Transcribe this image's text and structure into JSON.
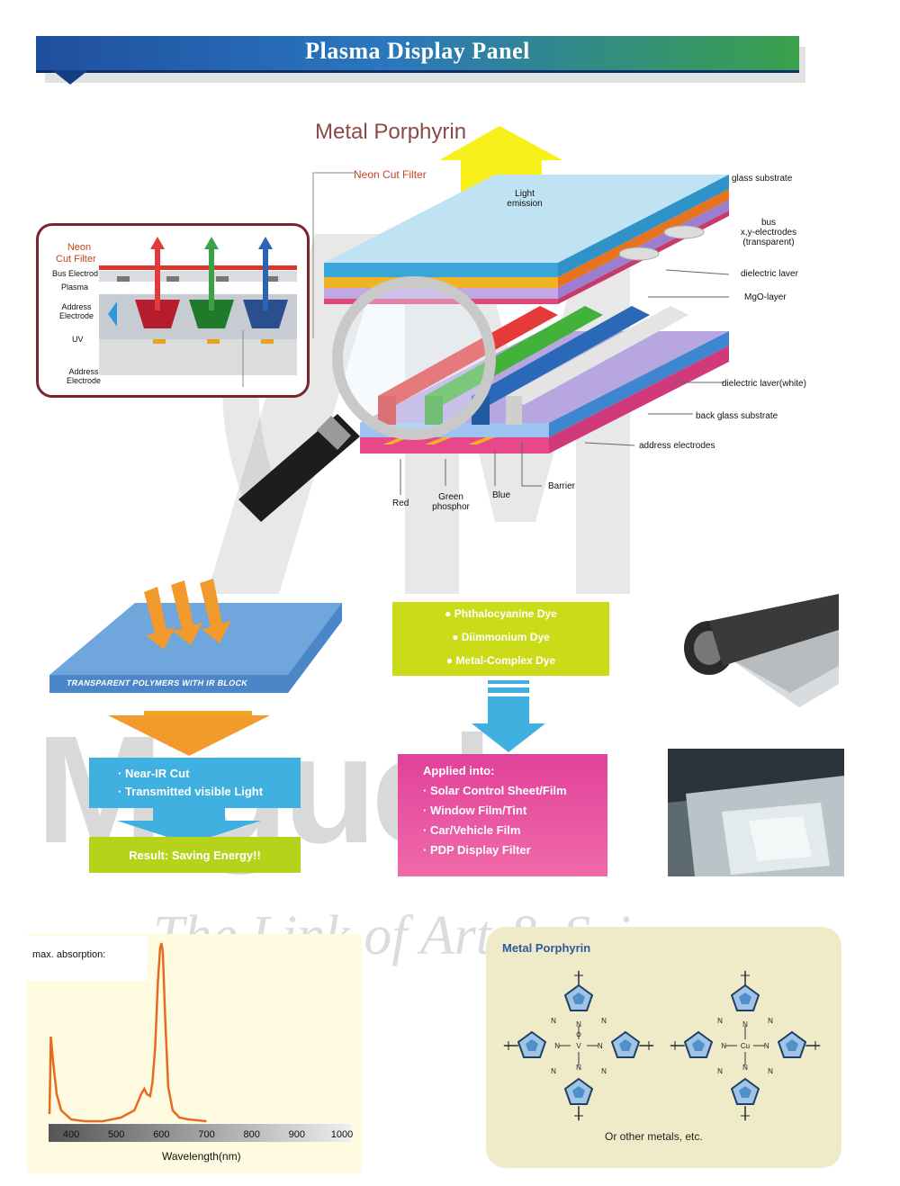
{
  "header": {
    "title": "Plasma Display Panel"
  },
  "diagram": {
    "title": "Metal Porphyrin",
    "neon_cut_filter": "Neon Cut Filter",
    "light_emission": "Light emission",
    "layers": {
      "glass_substrate": "glass   substrate",
      "bus": "bus",
      "xy_electrodes": "x,y-electrodes",
      "transparent": "(transparent)",
      "dielectric_layer": "dielectric laver",
      "mgo_layer": "MgO-layer",
      "dielectric_white": "dielectric laver(white)",
      "back_glass": "back glass substrate",
      "address_electrodes": "address electrodes"
    },
    "bottom_labels": {
      "red": "Red",
      "green": "Green",
      "phosphor": "phosphor",
      "blue": "Blue",
      "barrier": "Barrier"
    },
    "inset": {
      "neon": "Neon",
      "cut_filter": "Cut Filter",
      "bus_electrod": "Bus Electrod",
      "plasma": "Plasma",
      "address": "Address",
      "electrode": "Electrode",
      "uv": "UV",
      "address2": "Address",
      "electrode2": "Electrode"
    }
  },
  "ir_flow": {
    "sheet_label": "TRANSPARENT POLYMERS WITH IR BLOCK",
    "item1": "· Near-IR Cut",
    "item2": "· Transmitted visible Light",
    "result": "Result: Saving Energy!!"
  },
  "dyes": {
    "item1": "Phthalocyanine Dye",
    "item2": "Diimmonium Dye",
    "item3": "Metal-Complex Dye"
  },
  "applied": {
    "title": "Applied into:",
    "items": [
      "· Solar Control Sheet/Film",
      "· Window Film/Tint",
      "· Car/Vehicle Film",
      "· PDP Display Filter"
    ]
  },
  "watermark": {
    "text": "The Link of Art & Science",
    "big": "Miguel"
  },
  "chart_data": {
    "type": "line",
    "title": "",
    "legend_note": "max. absorption:",
    "xlabel": "Wavelength(nm)",
    "ylabel": "",
    "x_ticks": [
      "400",
      "500",
      "600",
      "700",
      "800",
      "900",
      "1000"
    ],
    "xlim": [
      350,
      1020
    ],
    "ylim": [
      0,
      1
    ],
    "series": [
      {
        "x": [
          352,
          355,
          360,
          368,
          378,
          400,
          430,
          470,
          510,
          540,
          555,
          562,
          568,
          575,
          580,
          586,
          592,
          597,
          600,
          603,
          608,
          615,
          625,
          640,
          660,
          700
        ],
        "y": [
          0.05,
          0.48,
          0.34,
          0.16,
          0.07,
          0.02,
          0.01,
          0.01,
          0.03,
          0.07,
          0.16,
          0.19,
          0.16,
          0.15,
          0.22,
          0.42,
          0.78,
          0.97,
          1.0,
          0.95,
          0.6,
          0.2,
          0.07,
          0.03,
          0.02,
          0.01
        ]
      }
    ],
    "grid": false,
    "color": "#e86a1e"
  },
  "porphyrin": {
    "title": "Metal Porphyrin",
    "footer": "Or other metals, etc.",
    "atoms": {
      "n": "N",
      "o": "O",
      "v": "V",
      "cu": "Cu"
    }
  }
}
